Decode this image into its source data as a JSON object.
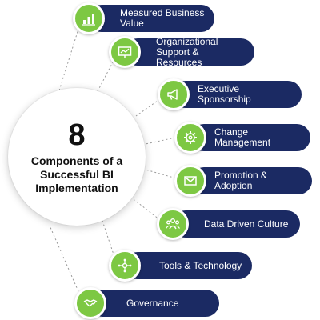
{
  "hub": {
    "number": "8",
    "title": "Components of a Successful BI Implementation"
  },
  "components": [
    {
      "label": "Measured Business Value",
      "icon": "bar-chart-icon"
    },
    {
      "label": "Organizational Support & Resources",
      "icon": "presentation-board-icon"
    },
    {
      "label": "Executive Sponsorship",
      "icon": "megaphone-icon"
    },
    {
      "label": "Change Management",
      "icon": "gear-icon"
    },
    {
      "label": "Promotion & Adoption",
      "icon": "envelope-icon"
    },
    {
      "label": "Data Driven Culture",
      "icon": "people-group-icon"
    },
    {
      "label": "Tools & Technology",
      "icon": "network-icon"
    },
    {
      "label": "Governance",
      "icon": "handshake-icon"
    }
  ],
  "colors": {
    "pill": "#1b2a63",
    "badge": "#7dc843",
    "connector": "#9a9a9a"
  }
}
